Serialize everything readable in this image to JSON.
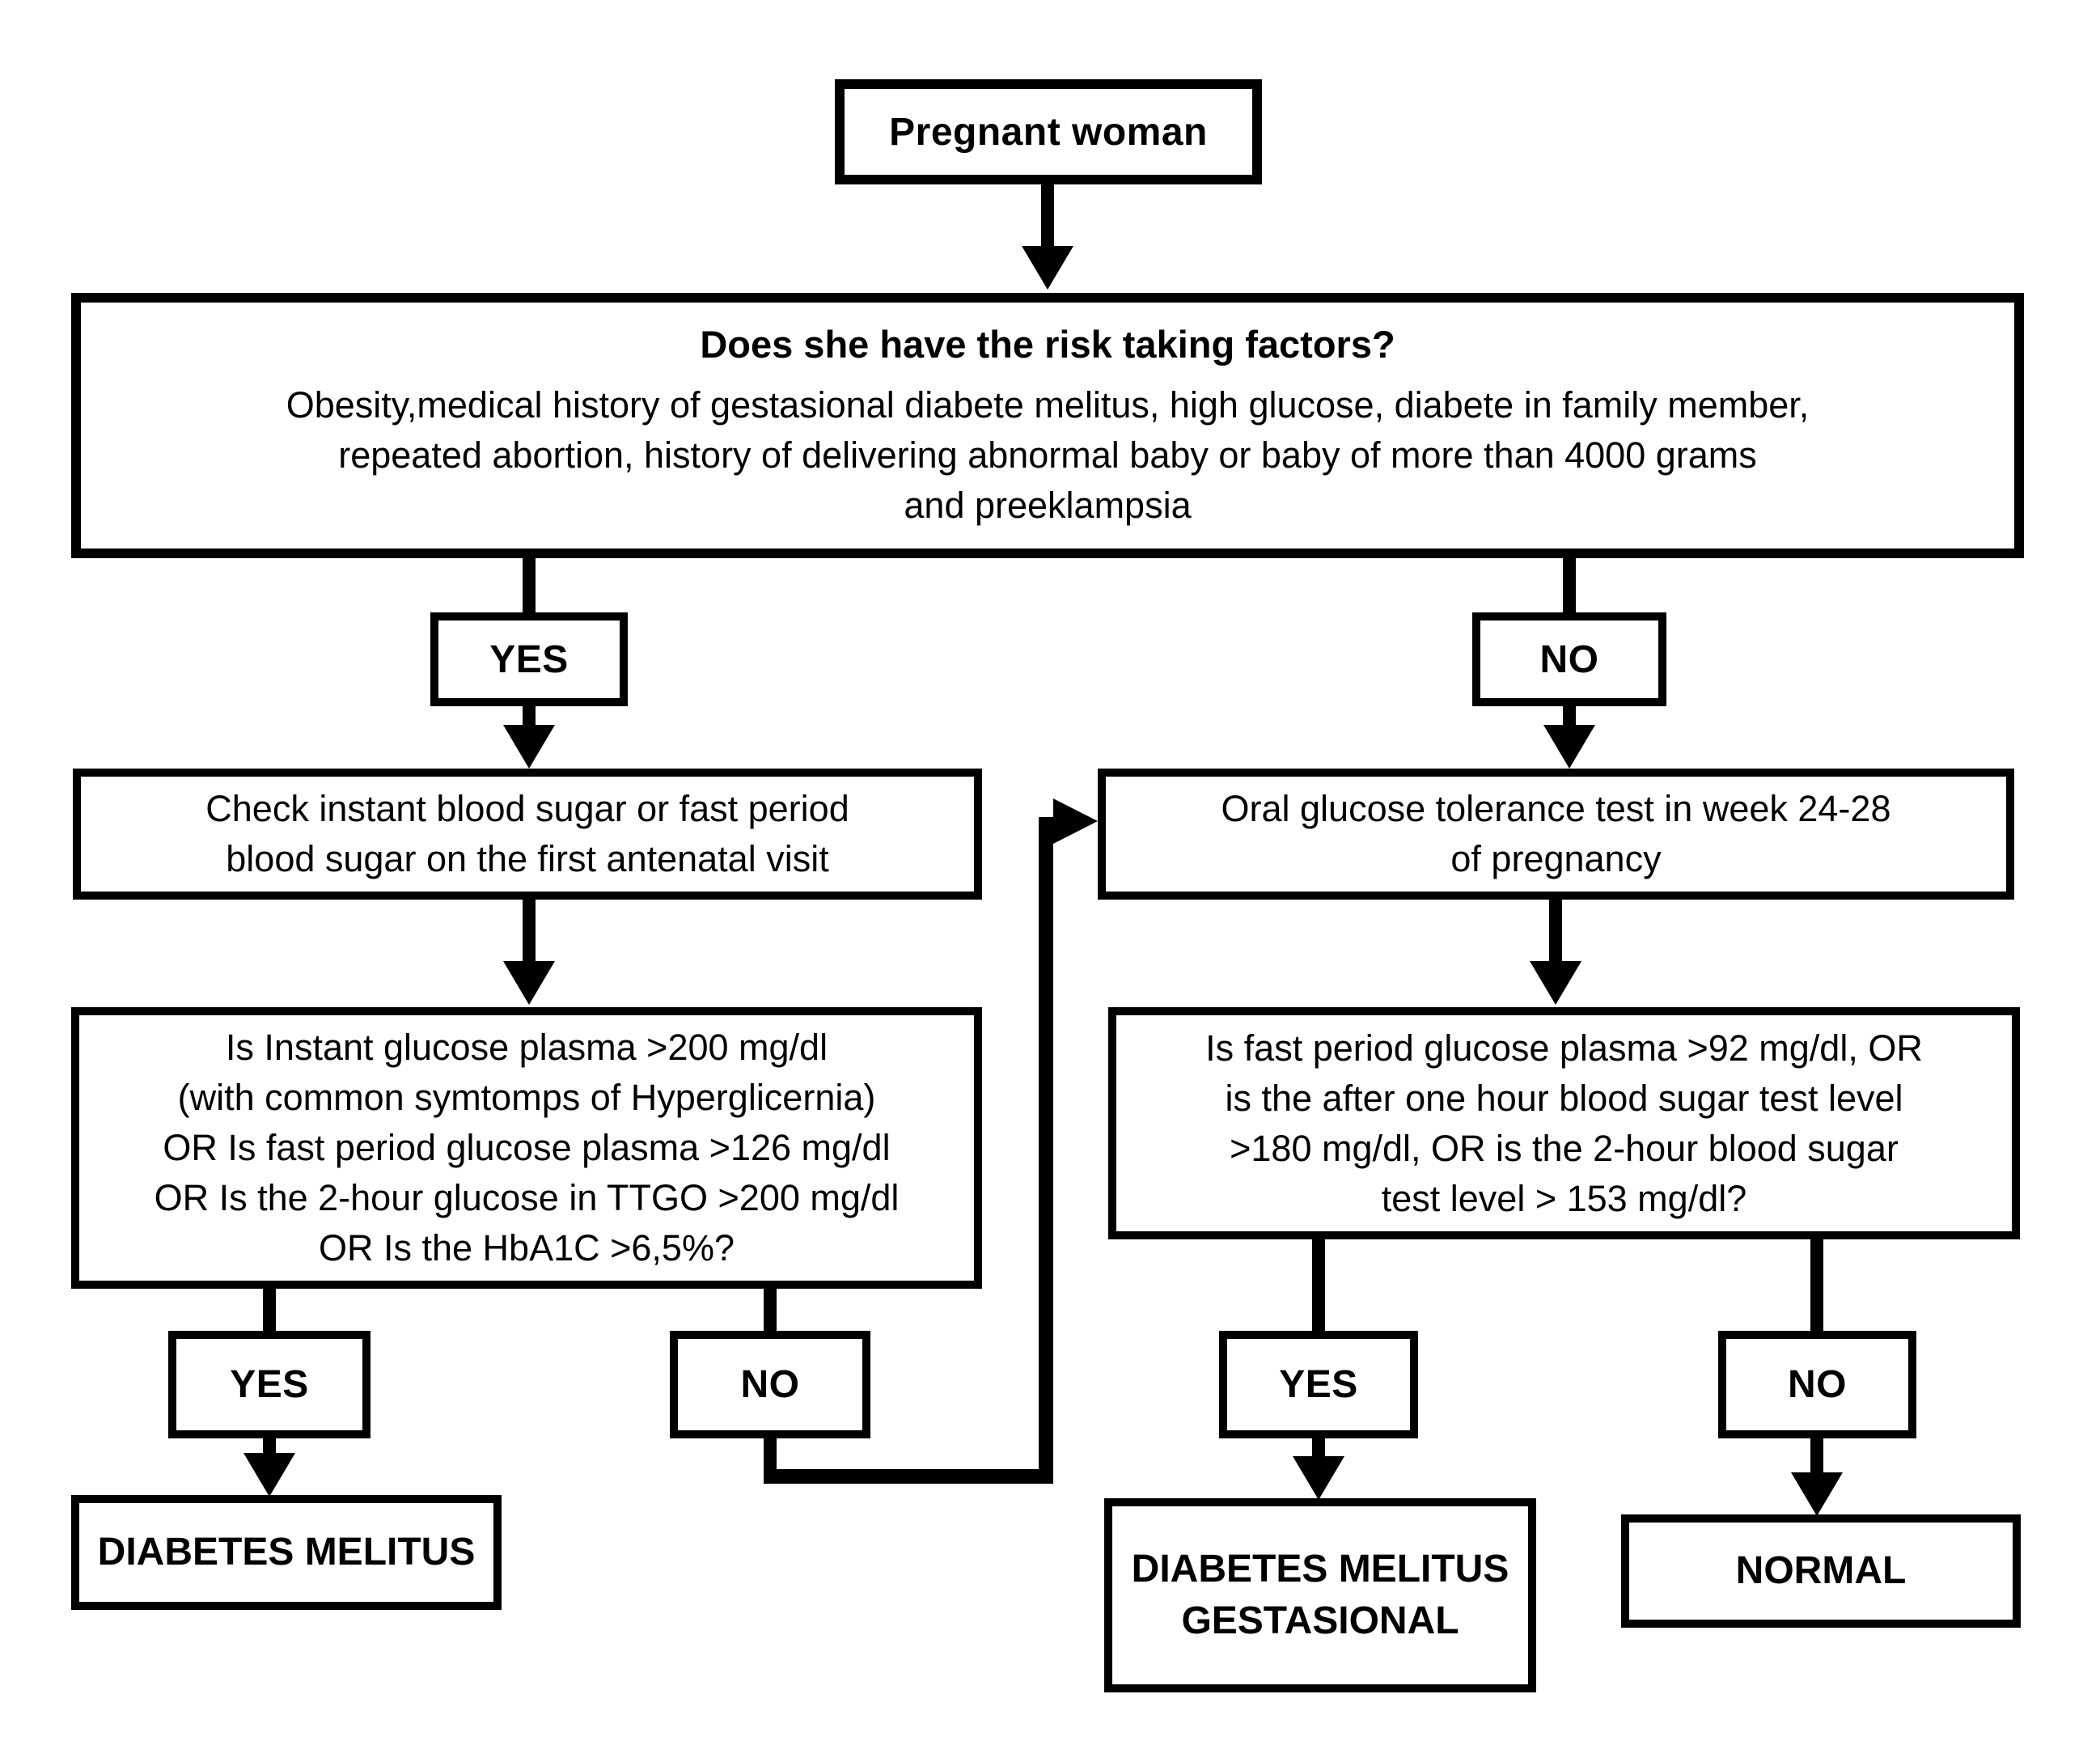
{
  "nodes": {
    "pregnant": {
      "label": "Pregnant woman"
    },
    "risk": {
      "title": "Does she have the risk taking factors?",
      "body": "Obesity,medical history of gestasional diabete melitus, high glucose, diabete in family member,\nrepeated abortion, history of delivering abnormal baby or baby of more than 4000 grams\nand preeklampsia"
    },
    "yes_risk": {
      "label": "YES"
    },
    "no_risk": {
      "label": "NO"
    },
    "check_blood_sugar": {
      "label": "Check instant blood sugar or fast period\nblood sugar on the first antenatal visit"
    },
    "oral_glucose_test": {
      "label": "Oral glucose tolerance test in week 24-28\nof pregnancy"
    },
    "left_decision": {
      "label": "Is Instant glucose plasma >200 mg/dl\n(with common symtomps of Hyperglicernia)\nOR Is fast period glucose plasma >126 mg/dl\nOR Is the 2-hour glucose in TTGO >200 mg/dl\nOR Is the HbA1C >6,5%?"
    },
    "right_decision": {
      "label": "Is fast period glucose plasma  >92 mg/dl, OR\nis the after one hour blood sugar test level\n>180 mg/dl, OR is the 2-hour blood sugar\ntest level > 153 mg/dl?"
    },
    "yes_left": {
      "label": "YES"
    },
    "no_left": {
      "label": "NO"
    },
    "yes_right": {
      "label": "YES"
    },
    "no_right": {
      "label": "NO"
    },
    "diabetes_melitus": {
      "label": "DIABETES MELITUS"
    },
    "diabetes_melitus_gestasional": {
      "label": "DIABETES MELITUS\nGESTASIONAL"
    },
    "normal": {
      "label": "NORMAL"
    }
  },
  "colors": {
    "line": "#000000",
    "box_fill": "#ffffff",
    "background": "#ffffff",
    "text": "#000000"
  }
}
